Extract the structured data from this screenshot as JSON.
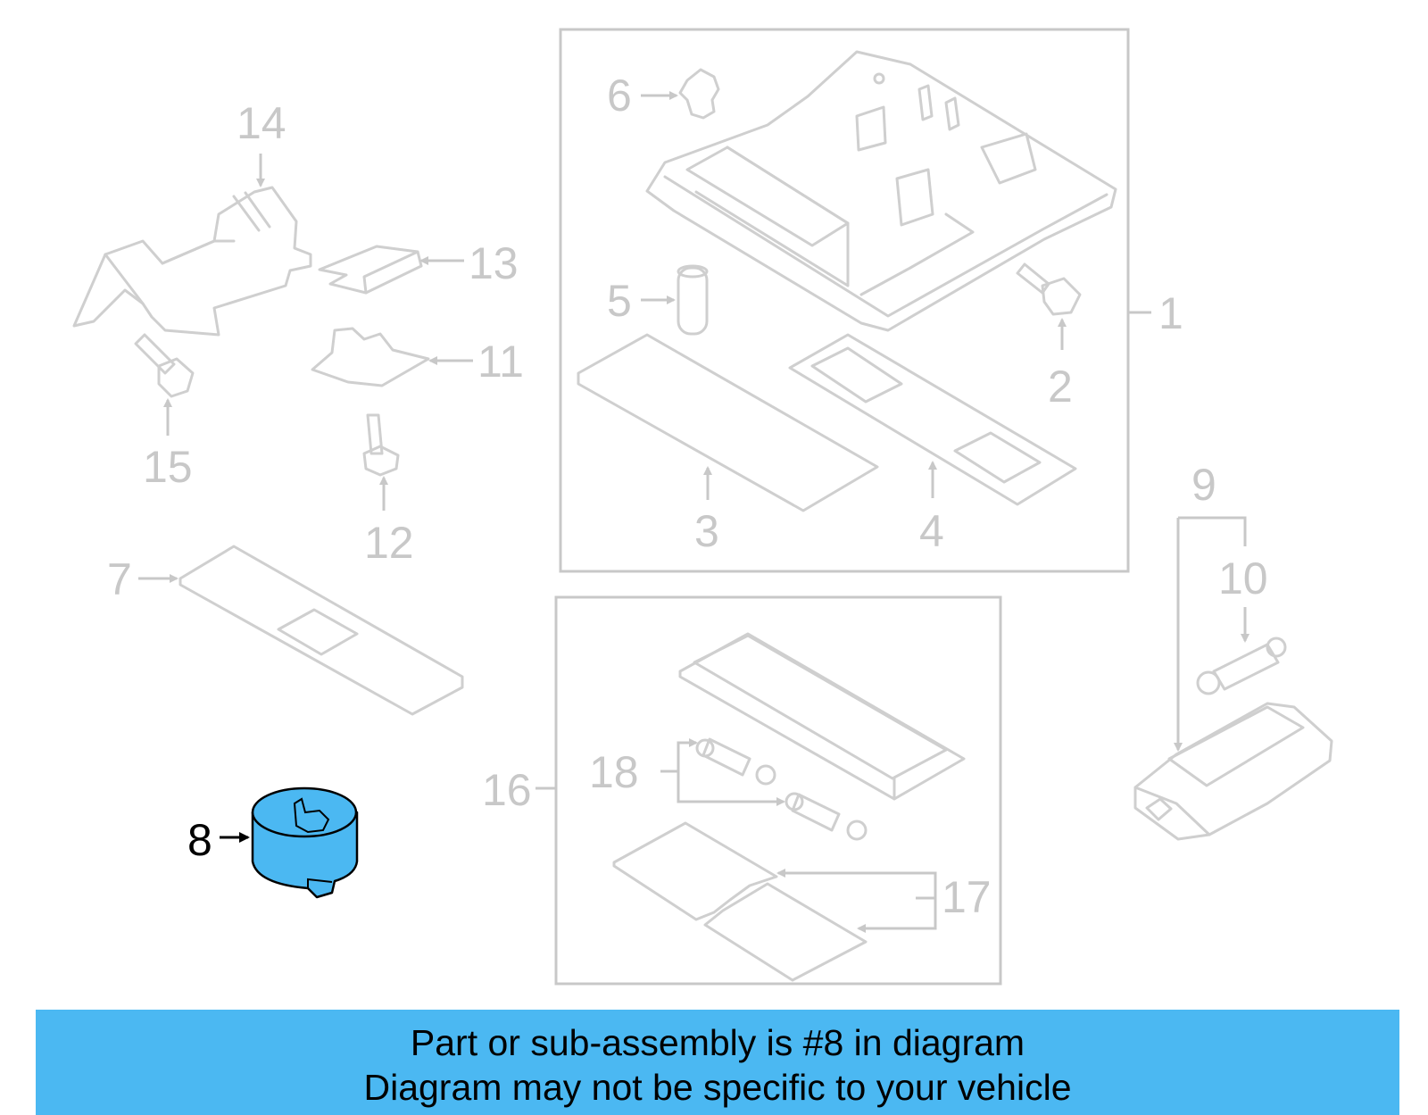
{
  "diagram": {
    "callouts": {
      "c1": "1",
      "c2": "2",
      "c3": "3",
      "c4": "4",
      "c5": "5",
      "c6": "6",
      "c7": "7",
      "c8": "8",
      "c9": "9",
      "c10": "10",
      "c11": "11",
      "c12": "12",
      "c13": "13",
      "c14": "14",
      "c15": "15",
      "c16": "16",
      "c17": "17",
      "c18": "18"
    },
    "highlighted_part": "8",
    "colors": {
      "line_gray": "#c8c8c8",
      "highlight_fill": "#4bb8f2",
      "highlight_stroke": "#000000",
      "banner_bg": "#4bb8f2"
    }
  },
  "banner": {
    "line1": "Part or sub-assembly is #8 in diagram",
    "line2": "Diagram may not be specific to your vehicle"
  }
}
